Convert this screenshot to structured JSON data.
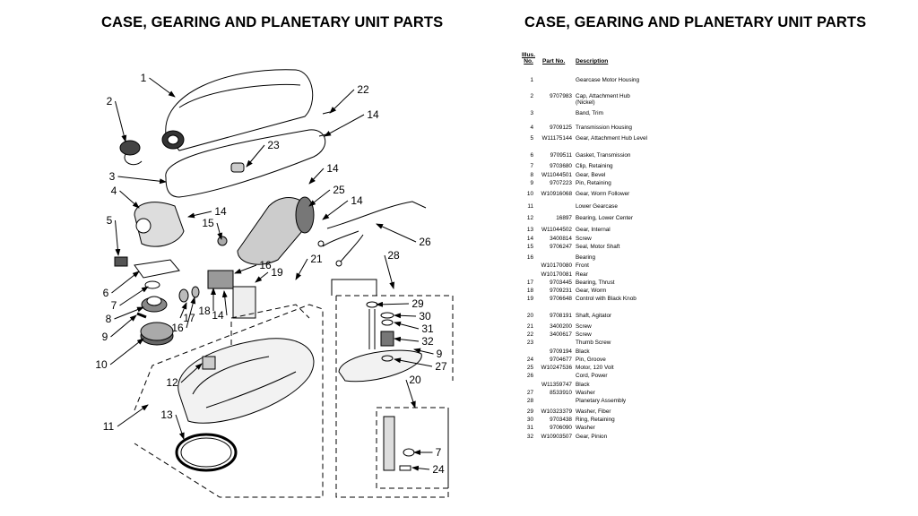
{
  "titles": {
    "left": "CASE, GEARING AND PLANETARY UNIT PARTS",
    "right": "CASE, GEARING AND PLANETARY UNIT PARTS"
  },
  "parts_list": {
    "headers": {
      "illus_no_1": "Illus.",
      "illus_no_2": "No.",
      "part_no": "Part No.",
      "description": "Description"
    },
    "rows": [
      {
        "no": "1",
        "part": "",
        "desc": "Gearcase Motor Housing"
      },
      {
        "no": "2",
        "part": "9707983",
        "desc": "Cap, Attachment Hub (Nickel)"
      },
      {
        "no": "3",
        "part": "",
        "desc": "Band, Trim"
      },
      {
        "no": "4",
        "part": "9709125",
        "desc": "Transmission Housing"
      },
      {
        "no": "5",
        "part": "W11175144",
        "desc": "Gear, Attachment Hub Level"
      },
      {
        "no": "6",
        "part": "9709511",
        "desc": "Gasket, Transmission"
      },
      {
        "no": "7",
        "part": "9703680",
        "desc": "Clip, Retaining"
      },
      {
        "no": "8",
        "part": "W11044501",
        "desc": "Gear, Bevel"
      },
      {
        "no": "9",
        "part": "9707223",
        "desc": "Pin, Retaining"
      },
      {
        "no": "10",
        "part": "W10916068",
        "desc": "Gear, Worm Follower"
      },
      {
        "no": "11",
        "part": "",
        "desc": "Lower Gearcase"
      },
      {
        "no": "12",
        "part": "16897",
        "desc": "Bearing, Lower Center"
      },
      {
        "no": "13",
        "part": "W11044502",
        "desc": "Gear, Internal"
      },
      {
        "no": "14",
        "part": "3400814",
        "desc": "Screw"
      },
      {
        "no": "15",
        "part": "9706247",
        "desc": "Seal, Motor Shaft"
      },
      {
        "no": "16",
        "part": "",
        "desc": "Bearing"
      },
      {
        "no": "",
        "part": "W10170080",
        "desc": "Front"
      },
      {
        "no": "",
        "part": "W10170081",
        "desc": "Rear"
      },
      {
        "no": "17",
        "part": "9703445",
        "desc": "Bearing, Thrust"
      },
      {
        "no": "18",
        "part": "9709231",
        "desc": "Gear, Worm"
      },
      {
        "no": "19",
        "part": "9706648",
        "desc": "Control with Black Knob"
      },
      {
        "no": "20",
        "part": "9708191",
        "desc": "Shaft, Agitator"
      },
      {
        "no": "21",
        "part": "3400200",
        "desc": "Screw"
      },
      {
        "no": "22",
        "part": "3400617",
        "desc": "Screw"
      },
      {
        "no": "23",
        "part": "",
        "desc": "Thumb Screw"
      },
      {
        "no": "",
        "part": "9709194",
        "desc": "Black"
      },
      {
        "no": "24",
        "part": "9704677",
        "desc": "Pin, Groove"
      },
      {
        "no": "25",
        "part": "W10247536",
        "desc": "Motor, 120 Volt"
      },
      {
        "no": "26",
        "part": "",
        "desc": "Cord, Power"
      },
      {
        "no": "",
        "part": "W11359747",
        "desc": "Black"
      },
      {
        "no": "27",
        "part": "8533910",
        "desc": "Washer"
      },
      {
        "no": "28",
        "part": "",
        "desc": "Planetary Assembly"
      },
      {
        "no": "29",
        "part": "W10323379",
        "desc": "Washer, Fiber"
      },
      {
        "no": "30",
        "part": "9703438",
        "desc": "Ring, Retaining"
      },
      {
        "no": "31",
        "part": "9706090",
        "desc": "Washer"
      },
      {
        "no": "32",
        "part": "W10903507",
        "desc": "Gear, Pinion"
      }
    ]
  },
  "diagram": {
    "callouts": [
      "1",
      "2",
      "22",
      "14",
      "23",
      "3",
      "14",
      "4",
      "25",
      "14",
      "14",
      "15",
      "5",
      "26",
      "16",
      "21",
      "28",
      "19",
      "6",
      "7",
      "14",
      "18",
      "17",
      "16",
      "8",
      "9",
      "29",
      "30",
      "31",
      "32",
      "9",
      "27",
      "10",
      "12",
      "20",
      "13",
      "11",
      "7",
      "24"
    ]
  }
}
